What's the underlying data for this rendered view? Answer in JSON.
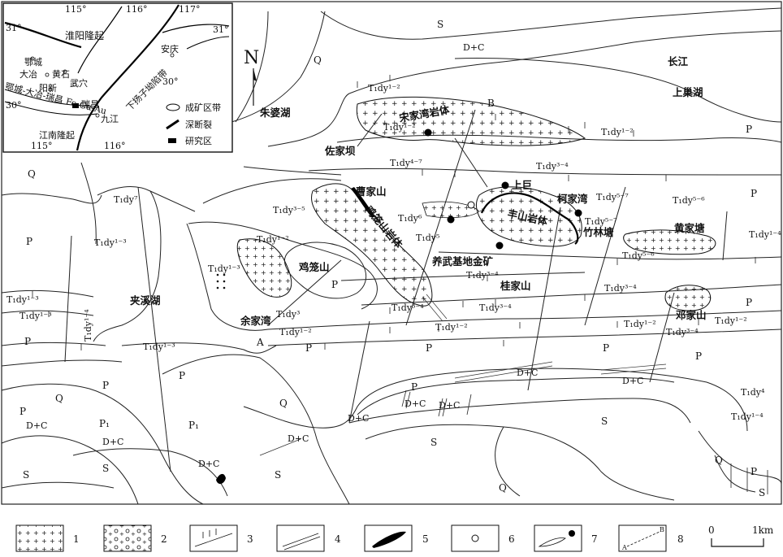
{
  "map": {
    "north_label": "N",
    "lakes": {
      "zhupo": "朱婆湖",
      "jiaxi": "夹溪湖",
      "shangchao": "上巢湖"
    },
    "river": "长江",
    "intrusions": {
      "songjiawan": "宋家湾岩体",
      "jilongshan": "鸡笼山岩体",
      "fengshan": "丰山岩体"
    },
    "places": {
      "zuojiaba": "佐家坝",
      "caojiashan": "曹家山",
      "shangtu": "上巨",
      "kejiawan": "柯家湾",
      "zhulintang": "竹林塘",
      "huangjiatang": "黄家塘",
      "jilongshan_hill": "鸡笼山",
      "yangwu": "养武基地金矿",
      "guijiashan": "桂家山",
      "yujiawan": "余家湾",
      "dengjiashan": "邓家山"
    },
    "section_points": [
      "A",
      "B"
    ],
    "formation_labels": [
      "S",
      "D+C",
      "Q",
      "P",
      "P₁",
      "T₁dy¹⁻²",
      "T₁dy¹⁻³",
      "T₁dy¹⁻⁴",
      "T₁dy³⁻⁴",
      "T₁dy⁴⁻⁷",
      "T₁dy³⁻⁵",
      "T₁dy⁵⁻⁶",
      "T₁dy⁵⁻⁷",
      "T₁dy³",
      "T₁dy⁵",
      "T₁dy⁶",
      "T₁dy⁴",
      "T₁dy⁷"
    ]
  },
  "inset": {
    "lon_labels_top": [
      "115°",
      "116°",
      "117°"
    ],
    "lon_labels_bottom": [
      "115°",
      "116°"
    ],
    "lat_labels": [
      "31°",
      "30°",
      "31°"
    ],
    "regions": {
      "huaiyang": "淮阳隆起",
      "jiangnan": "江南隆起",
      "xiayangzi": "下扬子坳陷带"
    },
    "belt_label": "鄂城-大冶-瑞昌 Fe-Cu-Au",
    "cities": [
      "鄂城",
      "大冶",
      "黄石",
      "阳新",
      "武穴",
      "瑞昌",
      "九江",
      "安庆"
    ],
    "legend": [
      "成矿区带",
      "深断裂",
      "研究区"
    ]
  },
  "legend": {
    "items": [
      "1",
      "2",
      "3",
      "4",
      "5",
      "6",
      "7",
      "8"
    ],
    "scale": {
      "zero": "0",
      "length": "1km"
    }
  }
}
